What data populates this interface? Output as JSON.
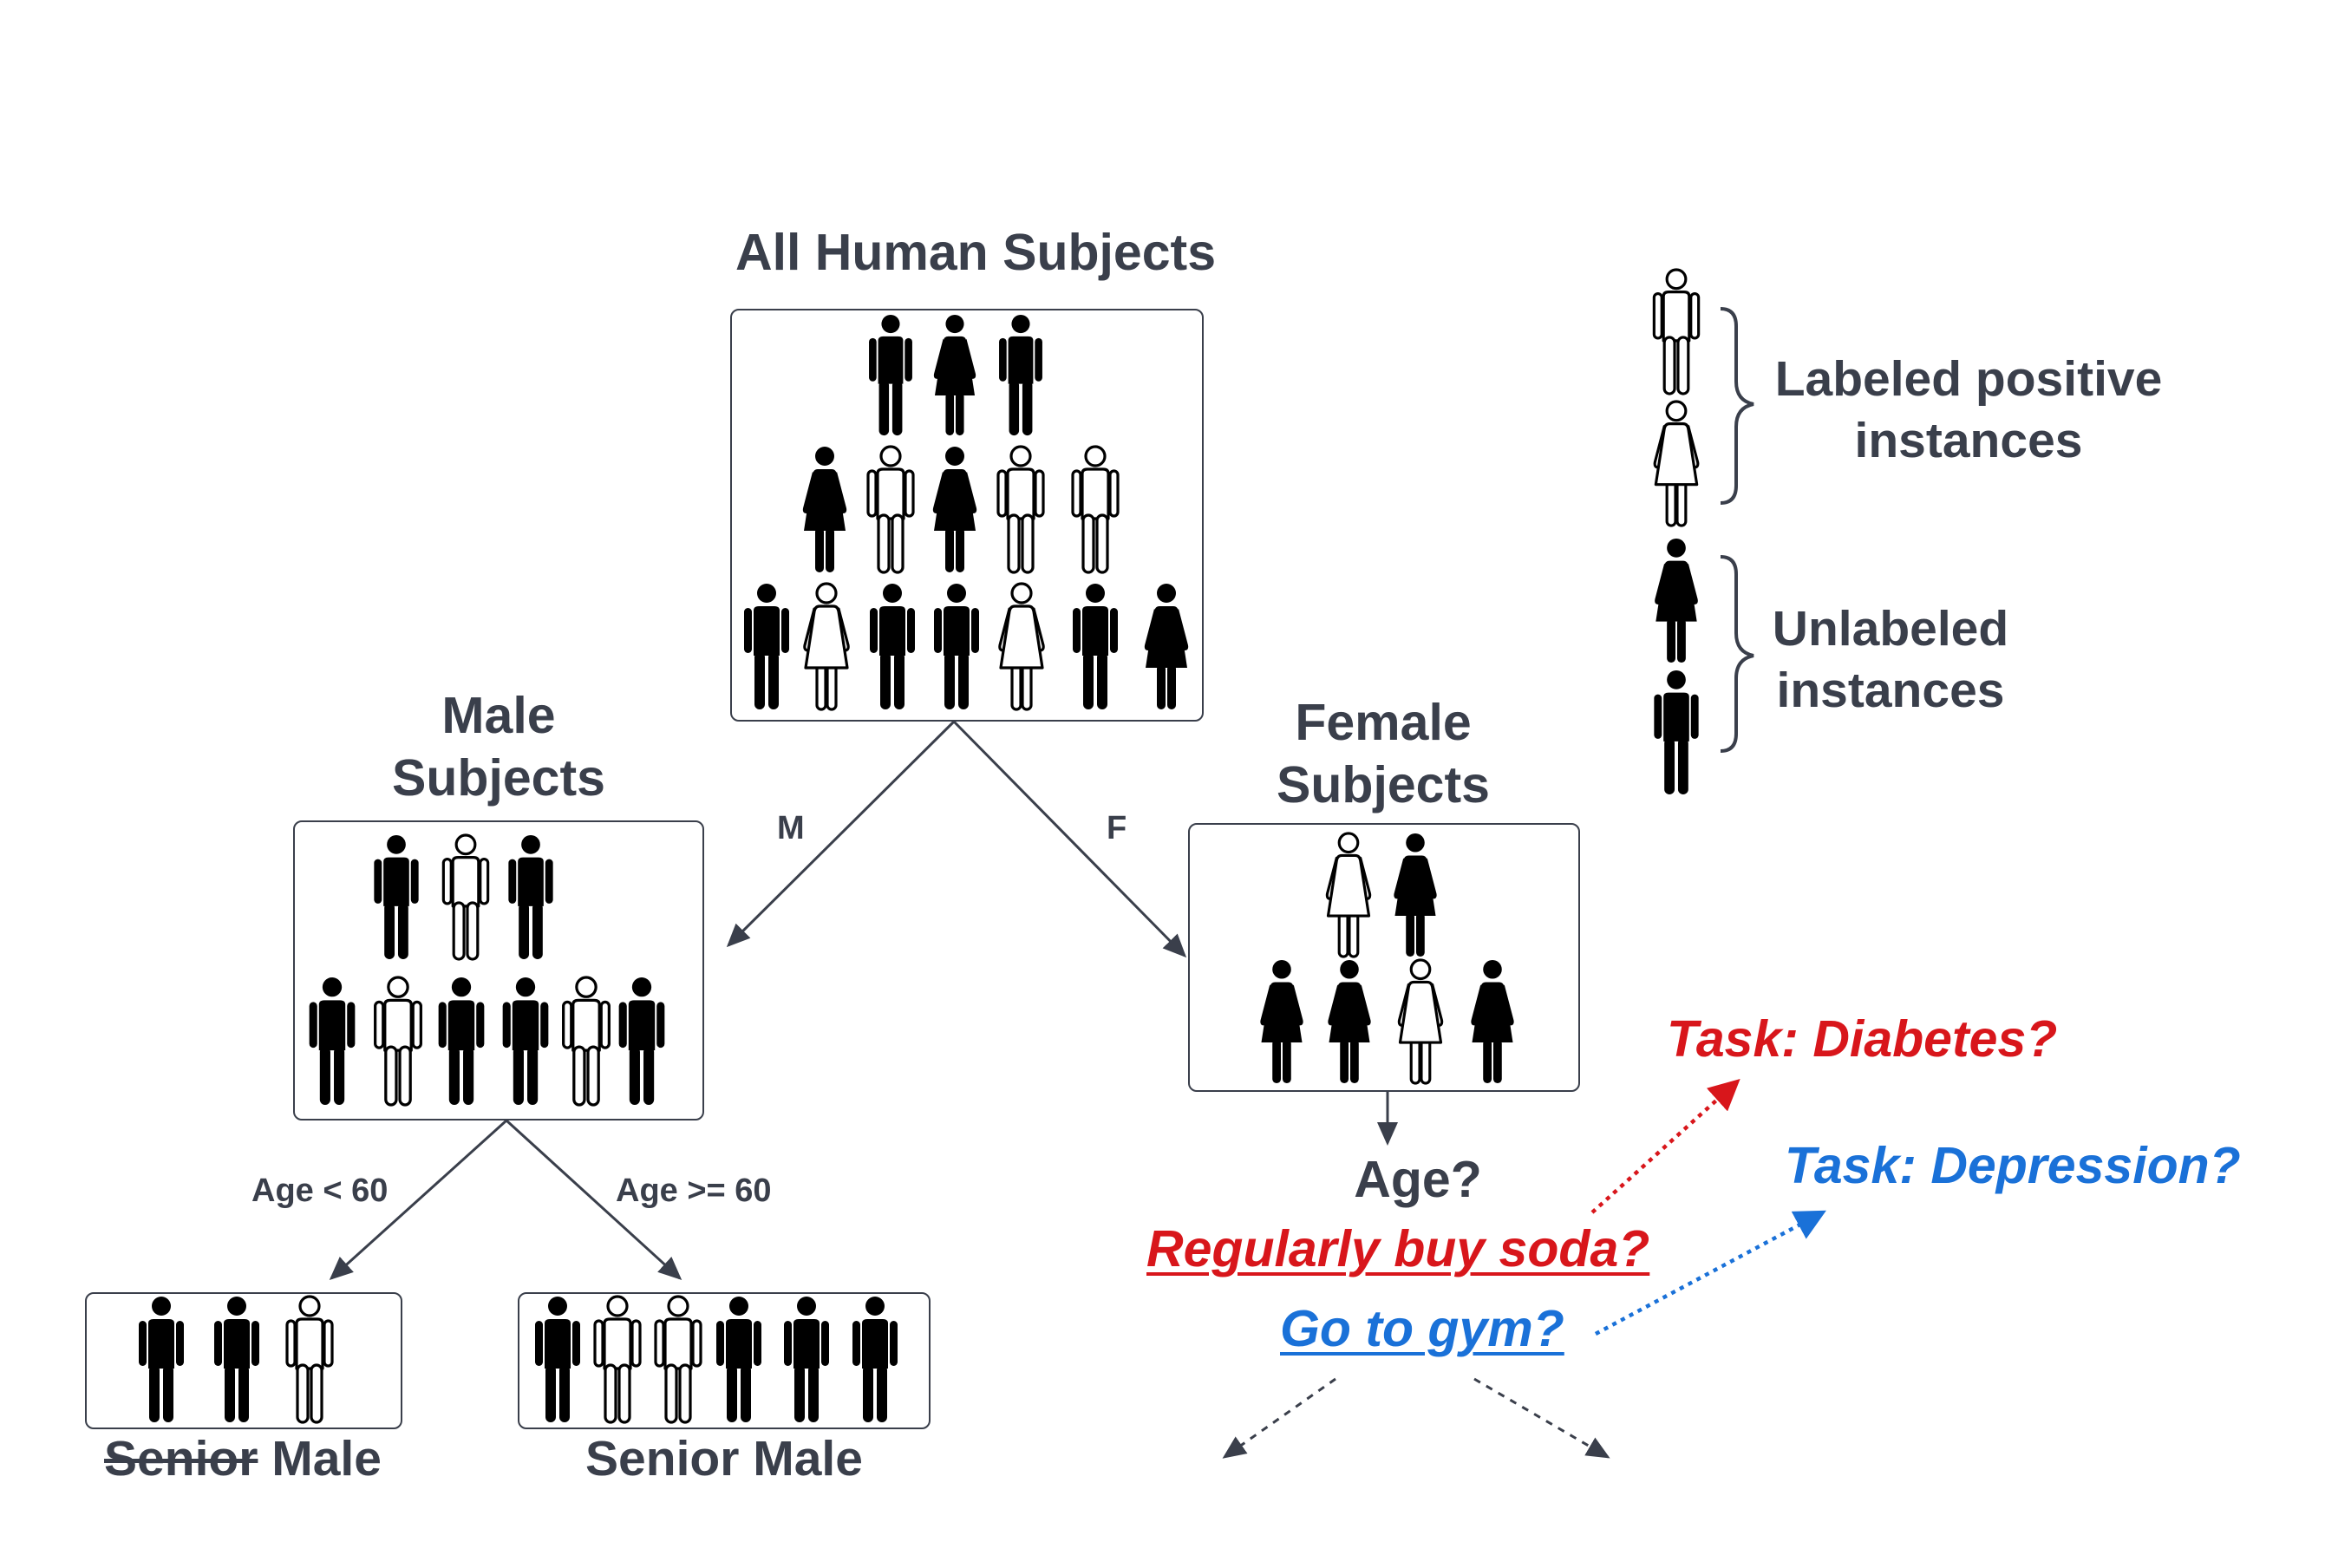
{
  "nodes": {
    "root": {
      "title": "All Human Subjects"
    },
    "male": {
      "title_line1": "Male",
      "title_line2": "Subjects"
    },
    "female": {
      "title_line1": "Female",
      "title_line2": "Subjects"
    },
    "young_male": {
      "title_struck": "Senior",
      "title_rest": " Male"
    },
    "senior_male": {
      "title": "Senior Male"
    }
  },
  "edges": {
    "root_to_male": "M",
    "root_to_female": "F",
    "male_to_young": "Age < 60",
    "male_to_senior": "Age >= 60"
  },
  "female_split": {
    "question": "Age?",
    "soda_question": "Regularly buy soda?",
    "gym_question": "Go to gym?"
  },
  "tasks": {
    "diabetes": "Task: Diabetes?",
    "depression": "Task: Depression?"
  },
  "legend": {
    "labeled_line1": "Labeled positive",
    "labeled_line2": "instances",
    "unlabeled_line1": "Unlabeled",
    "unlabeled_line2": "instances"
  },
  "colors": {
    "ink": "#3a3f4b",
    "figure": "#000000",
    "diabetes_red": "#d8161b",
    "depression_blue": "#1a71d8"
  },
  "icons": {
    "labeled_male": "labeled-male-icon",
    "labeled_female": "labeled-female-icon",
    "unlabeled_male": "unlabeled-male-icon",
    "unlabeled_female": "unlabeled-female-icon"
  },
  "groups": {
    "root": [
      [
        "M",
        "u"
      ],
      [
        "F",
        "u"
      ],
      [
        "M",
        "u"
      ],
      [
        "F",
        "u"
      ],
      [
        "M",
        "l"
      ],
      [
        "F",
        "u"
      ],
      [
        "M",
        "l"
      ],
      [
        "M",
        "l"
      ],
      [
        "M",
        "u"
      ],
      [
        "F",
        "l"
      ],
      [
        "M",
        "u"
      ],
      [
        "M",
        "u"
      ],
      [
        "F",
        "l"
      ],
      [
        "M",
        "u"
      ],
      [
        "F",
        "u"
      ]
    ],
    "male": [
      [
        "M",
        "u"
      ],
      [
        "M",
        "l"
      ],
      [
        "M",
        "u"
      ],
      [
        "M",
        "u"
      ],
      [
        "M",
        "l"
      ],
      [
        "M",
        "u"
      ],
      [
        "M",
        "u"
      ],
      [
        "M",
        "l"
      ],
      [
        "M",
        "u"
      ]
    ],
    "female": [
      [
        "F",
        "l"
      ],
      [
        "F",
        "u"
      ],
      [
        "F",
        "u"
      ],
      [
        "F",
        "u"
      ],
      [
        "F",
        "l"
      ],
      [
        "F",
        "u"
      ]
    ],
    "young_male": [
      [
        "M",
        "u"
      ],
      [
        "M",
        "u"
      ],
      [
        "M",
        "l"
      ]
    ],
    "senior_male": [
      [
        "M",
        "u"
      ],
      [
        "M",
        "l"
      ],
      [
        "M",
        "l"
      ],
      [
        "M",
        "u"
      ],
      [
        "M",
        "u"
      ],
      [
        "M",
        "u"
      ]
    ]
  }
}
